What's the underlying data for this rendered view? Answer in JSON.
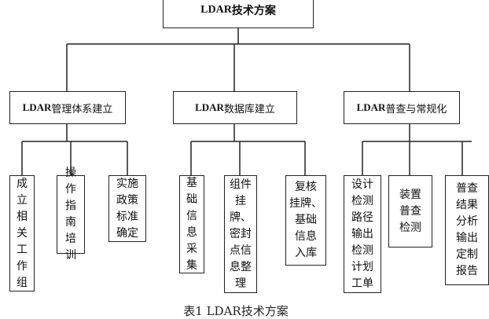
{
  "diagram": {
    "root": {
      "label_latin": "LDAR ",
      "label_cjk": "技术方案"
    },
    "branches": [
      {
        "label_latin": "LDAR ",
        "label_cjk": "管理体系建立",
        "leaves": [
          "成\n立\n相\n关\n工\n作\n组",
          "操\n作\n指\n南\n培\n训",
          "实施\n政策\n标准\n确定"
        ]
      },
      {
        "label_latin": "LDAR ",
        "label_cjk": "数据库建立",
        "leaves": [
          "基\n础\n信\n息\n采\n集",
          "组件\n挂\n牌、\n密封\n点信\n息整\n理",
          "复核\n挂牌、\n基础\n信息\n入库"
        ]
      },
      {
        "label_latin": "LDAR ",
        "label_cjk": "普查与常规化",
        "leaves": [
          "设计\n检测\n路径\n输出\n检测\n计划\n工单",
          "装置\n普查\n检测",
          "普查\n结果\n分析\n输出\n定制\n报告"
        ]
      }
    ],
    "caption": "表1 LDAR技术方案"
  }
}
